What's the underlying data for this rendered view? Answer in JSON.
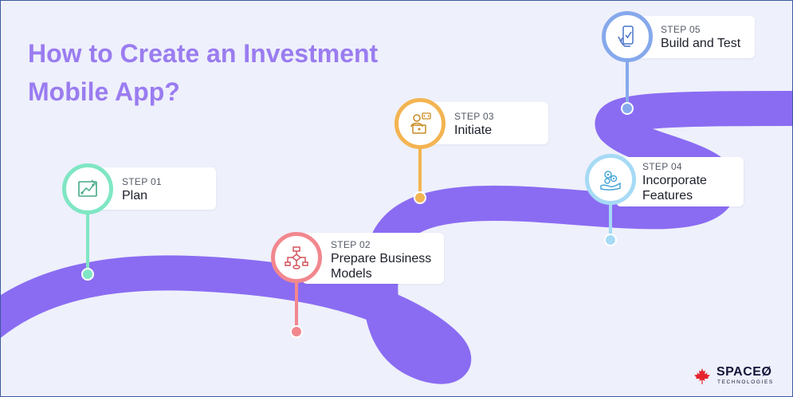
{
  "title": "How to Create an Investment Mobile App?",
  "colors": {
    "background": "#eef0fb",
    "road": "#8a6cf2",
    "title": "#9a7cf0",
    "step01": "#7fe6c4",
    "step02": "#f2878e",
    "step03": "#f3b451",
    "step04": "#a6daf5",
    "step05": "#86a9ec",
    "brand_red": "#e5242c",
    "brand_text": "#14163a"
  },
  "steps": [
    {
      "label": "STEP 01",
      "name": "Plan",
      "icon": "blueprint-icon"
    },
    {
      "label": "STEP 02",
      "name": "Prepare Business Models",
      "icon": "flowchart-icon"
    },
    {
      "label": "STEP 03",
      "name": "Initiate",
      "icon": "developer-laptop-icon"
    },
    {
      "label": "STEP 04",
      "name": "Incorporate Features",
      "icon": "gears-hand-icon"
    },
    {
      "label": "STEP 05",
      "name": "Build and Test",
      "icon": "mobile-hand-icon"
    }
  ],
  "brand": {
    "name": "SPACEØ",
    "subtitle": "TECHNOLOGIES",
    "icon": "maple-leaf-icon"
  }
}
